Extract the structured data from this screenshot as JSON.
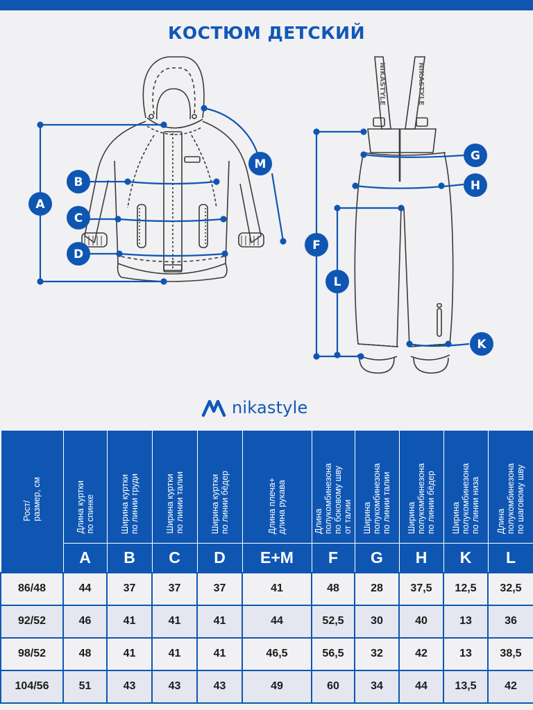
{
  "title": "КОСТЮМ ДЕТСКИЙ",
  "brand": {
    "name": "nikastyle",
    "strap_text": "NIKASTYLE"
  },
  "diagram": {
    "jacket_labels": [
      "A",
      "B",
      "C",
      "D",
      "M"
    ],
    "overalls_labels": [
      "F",
      "G",
      "H",
      "L",
      "K"
    ]
  },
  "colors": {
    "brand_blue": "#0f56b3",
    "background": "#f1f1f3",
    "row_alt": "#e4e7ef"
  },
  "table": {
    "columns": [
      {
        "desc": "Рост/\nразмер, см",
        "code": ""
      },
      {
        "desc": "Длина куртки\nпо спинке",
        "code": "A"
      },
      {
        "desc": "Ширина куртки\nпо линии груди",
        "code": "B"
      },
      {
        "desc": "Ширина куртки\nпо линии талии",
        "code": "C"
      },
      {
        "desc": "Ширина куртки\nпо линии бёдер",
        "code": "D"
      },
      {
        "desc": "Длина плеча+\nдлина рукава",
        "code": "E+M"
      },
      {
        "desc": "Длина\nполукомбинезона\nпо боковому шву\nот талии",
        "code": "F"
      },
      {
        "desc": "Ширина\nполукомбинезона\nпо линии талии",
        "code": "G"
      },
      {
        "desc": "Ширина\nполукомбинезона\nпо линии бёдер",
        "code": "H"
      },
      {
        "desc": "Ширина\nполукомбинезона\nпо линии низа",
        "code": "K"
      },
      {
        "desc": "Длина\nполукомбинезона\nпо шаговому шву",
        "code": "L"
      }
    ],
    "rows": [
      [
        "86/48",
        "44",
        "37",
        "37",
        "37",
        "41",
        "48",
        "28",
        "37,5",
        "12,5",
        "32,5"
      ],
      [
        "92/52",
        "46",
        "41",
        "41",
        "41",
        "44",
        "52,5",
        "30",
        "40",
        "13",
        "36"
      ],
      [
        "98/52",
        "48",
        "41",
        "41",
        "41",
        "46,5",
        "56,5",
        "32",
        "42",
        "13",
        "38,5"
      ],
      [
        "104/56",
        "51",
        "43",
        "43",
        "43",
        "49",
        "60",
        "34",
        "44",
        "13,5",
        "42"
      ]
    ]
  }
}
